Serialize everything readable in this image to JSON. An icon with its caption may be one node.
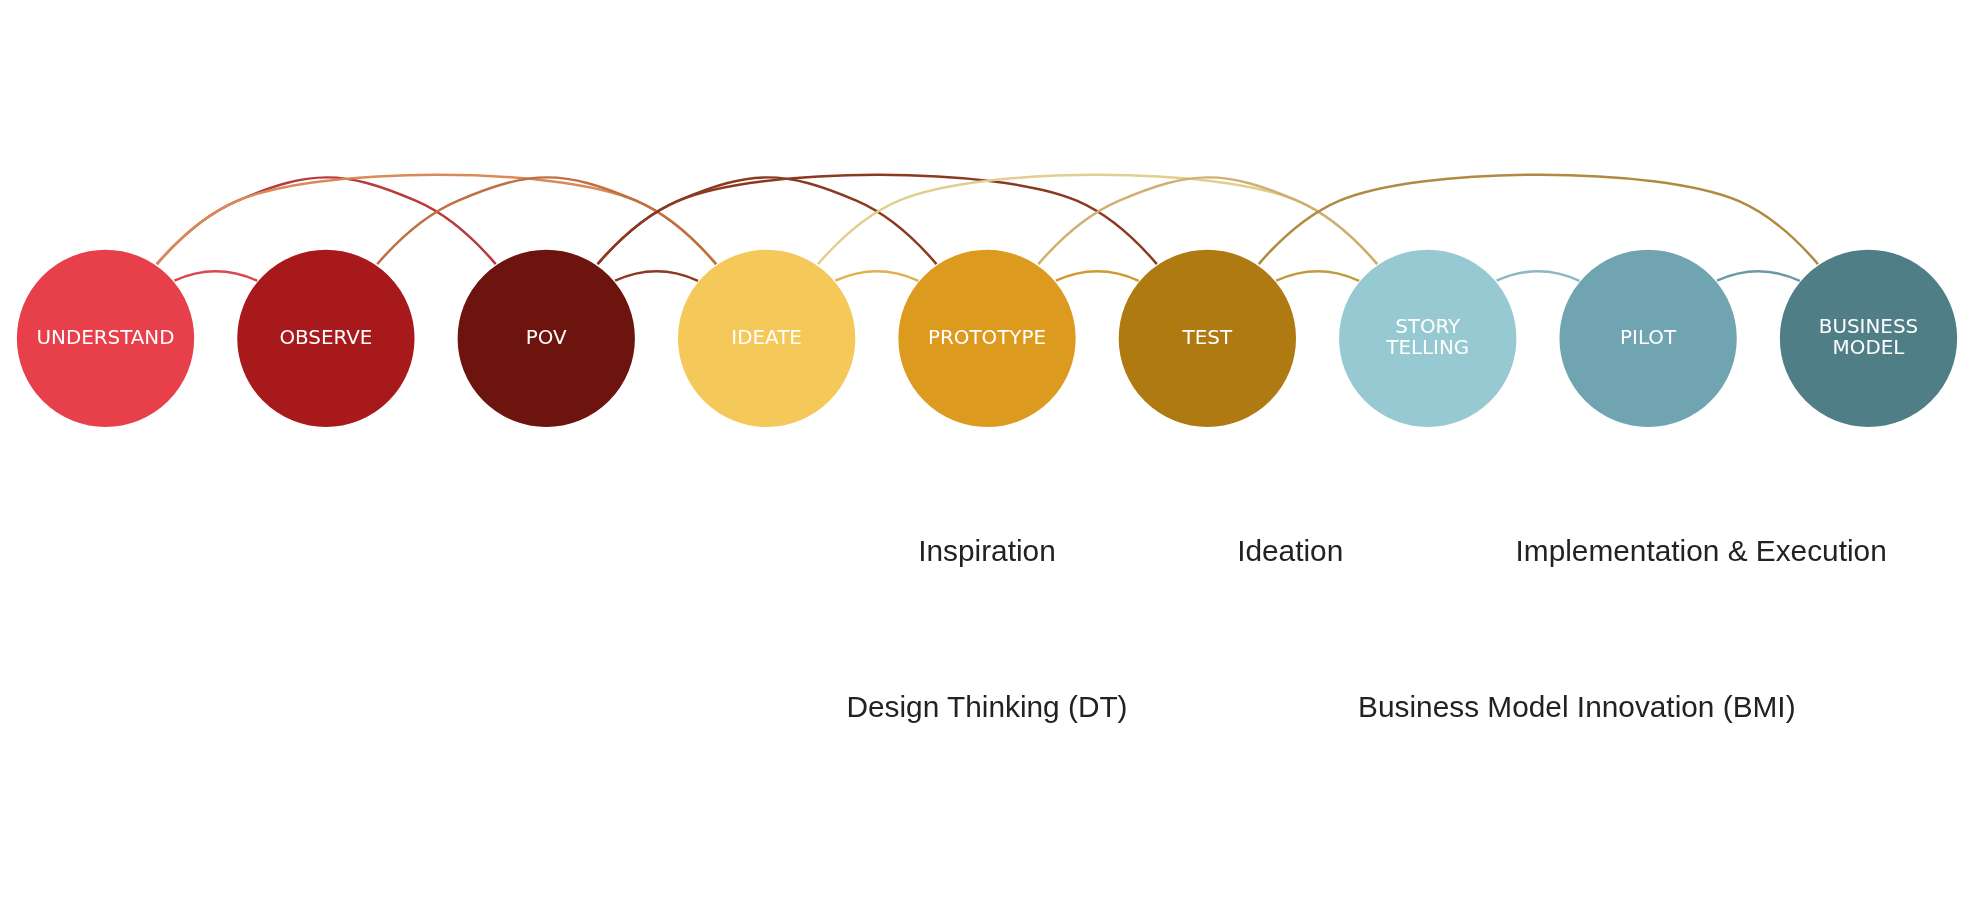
{
  "diagram": {
    "nodes": [
      {
        "text": [
          "UNDERSTAND"
        ]
      },
      {
        "text": [
          "OBSERVE"
        ]
      },
      {
        "text": [
          "POV"
        ]
      },
      {
        "text": [
          "IDEATE"
        ]
      },
      {
        "text": [
          "PROTOTYPE"
        ]
      },
      {
        "text": [
          "TEST"
        ]
      },
      {
        "text": [
          "STORY TELLING"
        ]
      },
      {
        "text": [
          "PILOT"
        ]
      },
      {
        "text": [
          "BUSINESS MODEL"
        ]
      }
    ],
    "edges": [
      {
        "from": 0,
        "to": 1,
        "arrow": "none",
        "color": "#d9474e"
      },
      {
        "from": 0,
        "to": 2,
        "arrow": "none",
        "color": "#b83a3a"
      },
      {
        "from": 0,
        "to": 3,
        "arrow": "none",
        "color": "#d98a5a"
      },
      {
        "from": 1,
        "to": 3,
        "arrow": "none",
        "color": "#c07040"
      },
      {
        "from": 2,
        "to": 3,
        "arrow": "none",
        "color": "#8a3a20"
      },
      {
        "from": 2,
        "to": 4,
        "arrow": "none",
        "color": "#8a3a20"
      },
      {
        "from": 2,
        "to": 5,
        "arrow": "none",
        "color": "#8a3a20"
      },
      {
        "from": 3,
        "to": 4,
        "arrow": "none",
        "color": "#e0b050"
      },
      {
        "from": 3,
        "to": 6,
        "arrow": "none",
        "color": "#e0cf90"
      },
      {
        "from": 4,
        "to": 5,
        "arrow": "none",
        "color": "#d09a30"
      },
      {
        "from": 4,
        "to": 6,
        "arrow": "none",
        "color": "#d0b070"
      },
      {
        "from": 5,
        "to": 6,
        "arrow": "none",
        "color": "#c09a40"
      },
      {
        "from": 5,
        "to": 8,
        "arrow": "none",
        "color": "#b08a40"
      },
      {
        "from": 6,
        "to": 7,
        "arrow": "none",
        "color": "#8ab8c4"
      },
      {
        "from": 7,
        "to": 8,
        "arrow": "none",
        "color": "#6a9aa6"
      }
    ],
    "labels": [
      "Inspiration",
      "Ideation",
      "Implementation & Execution",
      "Design Thinking (DT)",
      "Business Model Innovation (BMI)"
    ]
  }
}
